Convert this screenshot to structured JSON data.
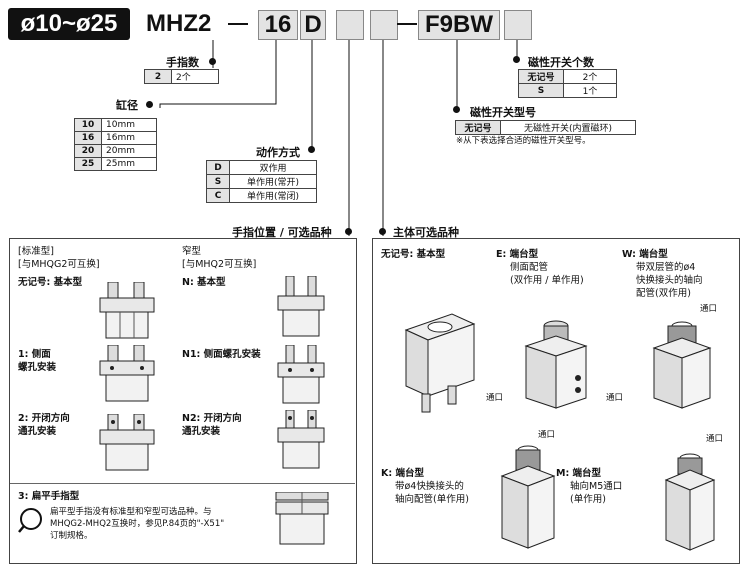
{
  "header": {
    "size_range": "ø10~ø25",
    "model_prefix": "MHZ2",
    "dash": "—",
    "bore_code": "16",
    "action_code": "D",
    "switch_model": "F9BW"
  },
  "finger_count": {
    "title": "手指数",
    "rows": [
      {
        "code": "2",
        "desc": "2个"
      }
    ]
  },
  "bore": {
    "title": "缸径",
    "rows": [
      {
        "code": "10",
        "desc": "10mm"
      },
      {
        "code": "16",
        "desc": "16mm"
      },
      {
        "code": "20",
        "desc": "20mm"
      },
      {
        "code": "25",
        "desc": "25mm"
      }
    ]
  },
  "action": {
    "title": "动作方式",
    "rows": [
      {
        "code": "D",
        "desc": "双作用"
      },
      {
        "code": "S",
        "desc": "单作用(常开)"
      },
      {
        "code": "C",
        "desc": "单作用(常闭)"
      }
    ]
  },
  "switch_qty": {
    "title": "磁性开关个数",
    "rows": [
      {
        "code": "无记号",
        "desc": "2个"
      },
      {
        "code": "S",
        "desc": "1个"
      }
    ]
  },
  "switch_type": {
    "title": "磁性开关型号",
    "rows": [
      {
        "code": "无记号",
        "desc": "无磁性开关(内置磁环)"
      }
    ],
    "note": "※从下表选择合适的磁性开关型号。"
  },
  "finger_options": {
    "title": "手指位置 / 可选品种",
    "standard": {
      "heading1": "[标准型]",
      "heading2": "[与MHQG2可互换]",
      "items": [
        {
          "l1": "无记号: 基本型"
        },
        {
          "l1": "1: 侧面",
          "l2": "螺孔安装"
        },
        {
          "l1": "2: 开闭方向",
          "l2": "通孔安装"
        }
      ]
    },
    "narrow": {
      "heading1": "窄型",
      "heading2": "[与MHQ2可互换]",
      "items": [
        {
          "l1": "N: 基本型"
        },
        {
          "l1": "N1: 侧面螺孔安装"
        },
        {
          "l1": "N2: 开闭方向",
          "l2": "通孔安装"
        }
      ]
    },
    "flat": {
      "title": "3: 扁平手指型",
      "text1": "扁平型手指没有标准型和窄型可选品种。与",
      "text2": "MHQG2-MHQ2互换时，参见P.84页的\"-X51\"",
      "text3": "订制规格。"
    }
  },
  "body_options": {
    "title": "主体可选品种",
    "basic": "无记号: 基本型",
    "E": {
      "l1": "E: 端台型",
      "l2": "侧面配管",
      "l3": "(双作用 / 单作用)"
    },
    "W": {
      "l1": "W: 端台型",
      "l2": "带双层管的ø4",
      "l3": "快换接头的轴向",
      "l4": "配管(双作用)"
    },
    "K": {
      "l1": "K: 端台型",
      "l2": "带ø4快换接头的",
      "l3": "轴向配管(单作用)"
    },
    "M": {
      "l1": "M: 端台型",
      "l2": "轴向M5通口",
      "l3": "(单作用)"
    },
    "port_label": "通口"
  }
}
